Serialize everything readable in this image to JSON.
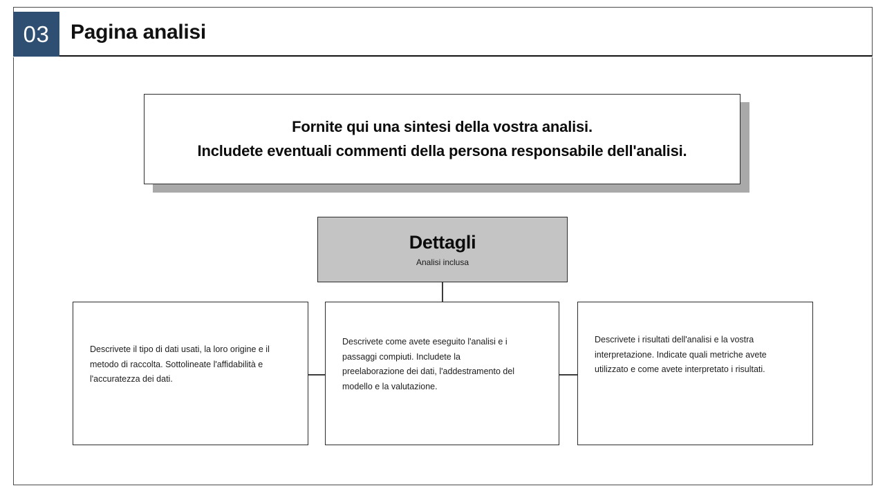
{
  "slide": {
    "section_number": "03",
    "title": "Pagina analisi",
    "accent_color": "#2f4f72",
    "frame_border_color": "#4a4a4a"
  },
  "summary_callout": {
    "line1": "Fornite qui una sintesi della vostra analisi.",
    "line2": "Includete eventuali commenti della persona responsabile dell'analisi.",
    "shadow_color": "#a9a9a9"
  },
  "details_header": {
    "title": "Dettagli",
    "subtitle": "Analisi inclusa",
    "fill_color": "#c4c4c4"
  },
  "detail_boxes": [
    {
      "text": "Descrivete il tipo di dati usati, la loro origine e il metodo di raccolta. Sottolineate l'affidabilità e l'accuratezza dei dati."
    },
    {
      "text": "Descrivete come avete eseguito l'analisi e i passaggi compiuti. Includete la preelaborazione dei dati, l'addestramento del modello e la valutazione."
    },
    {
      "text": "Descrivete i risultati dell'analisi e la vostra interpretazione. Indicate quali metriche avete utilizzato e come avete interpretato i risultati."
    }
  ]
}
